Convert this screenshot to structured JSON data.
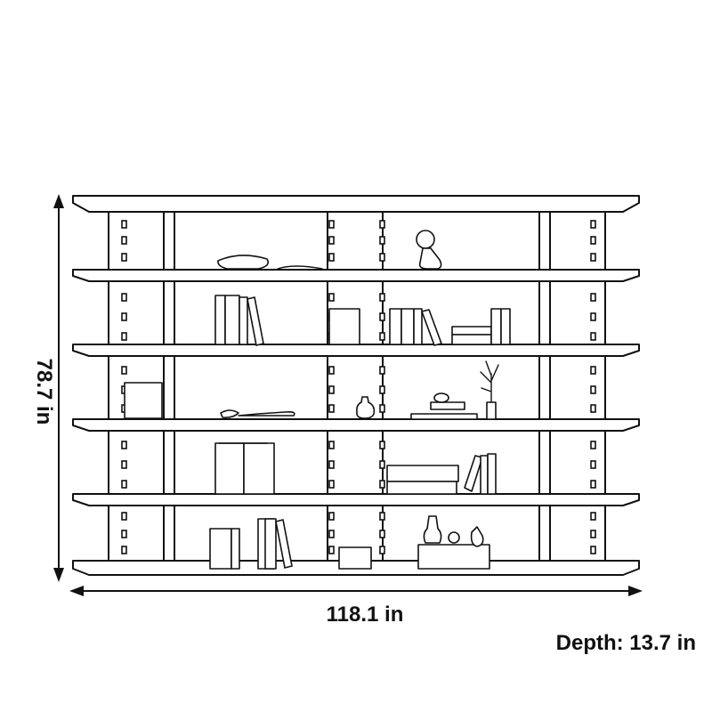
{
  "dimensions": {
    "width_label": "118.1 in",
    "height_label": "78.7 in",
    "depth_label": "Depth: 13.7 in"
  },
  "colors": {
    "ink": "#111111",
    "background": "#ffffff"
  },
  "shelf_unit": {
    "shelves": 6,
    "vertical_sections": 5
  }
}
